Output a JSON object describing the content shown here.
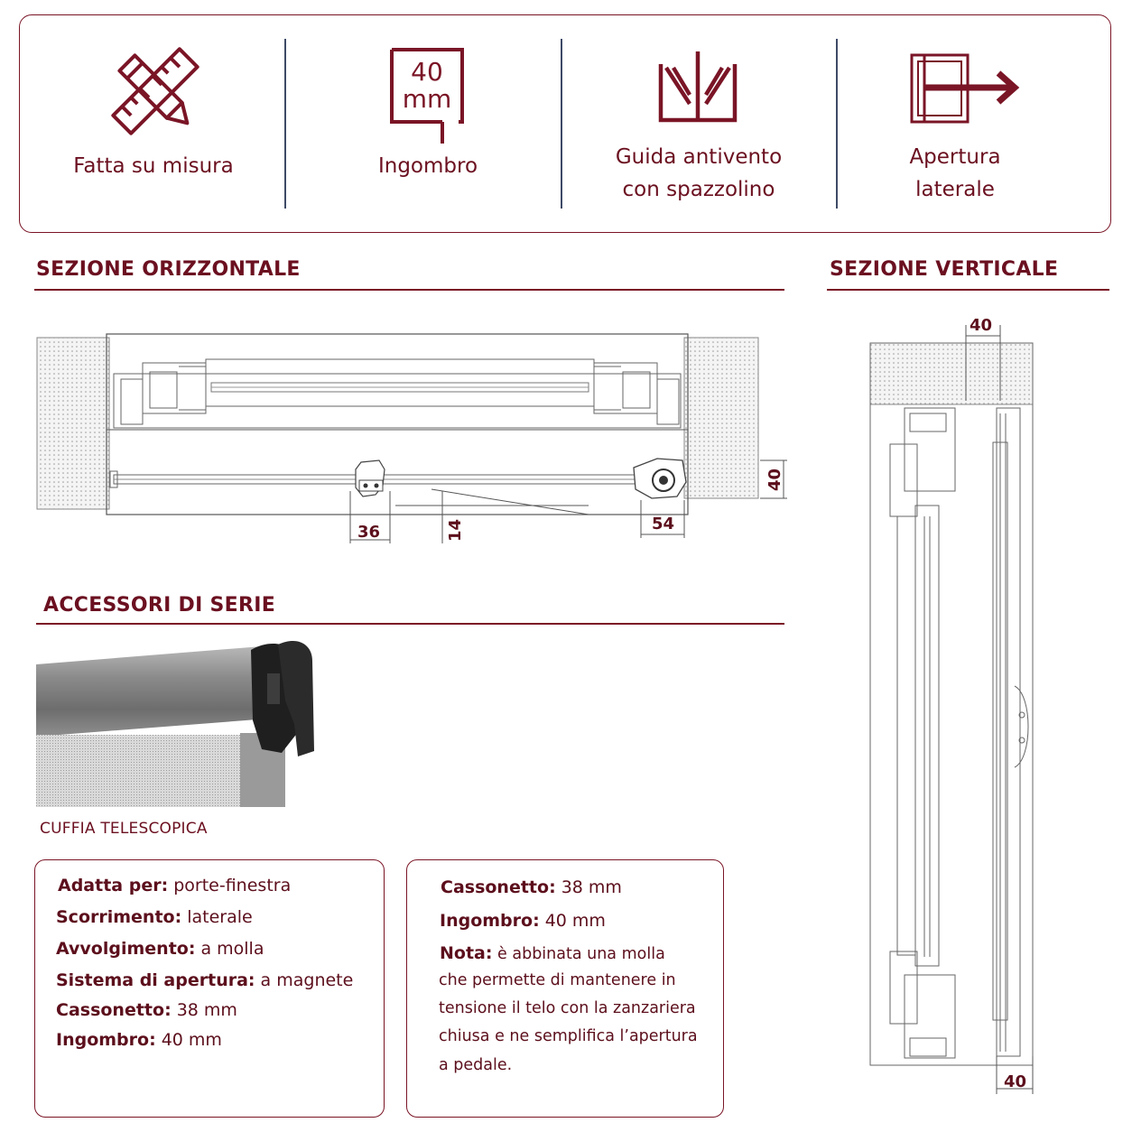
{
  "features": [
    {
      "icon": "ruler-pencil-icon",
      "label": "Fatta su misura"
    },
    {
      "icon": "dimension-40mm-icon",
      "label": "Ingombro",
      "icon_text_top": "40",
      "icon_text_bottom": "mm"
    },
    {
      "icon": "brush-guide-icon",
      "label_line1": "Guida antivento",
      "label_line2": "con spazzolino"
    },
    {
      "icon": "side-opening-icon",
      "label_line1": "Apertura",
      "label_line2": "laterale"
    }
  ],
  "sections": {
    "horizontal": "SEZIONE ORIZZONTALE",
    "vertical": "SEZIONE VERTICALE",
    "accessories": "ACCESSORI DI SERIE"
  },
  "horizontal_dims": {
    "d36": "36",
    "d14": "14",
    "d54": "54",
    "d40": "40"
  },
  "vertical_dims": {
    "top": "40",
    "bottom": "40"
  },
  "accessory_caption": "CUFFIA TELESCOPICA",
  "specs_left": [
    {
      "key": "Adatta per:",
      "value": " porte-finestra"
    },
    {
      "key": "Scorrimento:",
      "value": " laterale"
    },
    {
      "key": "Avvolgimento:",
      "value": " a molla"
    },
    {
      "key": "Sistema di apertura:",
      "value": " a magnete"
    },
    {
      "key": "Cassonetto:",
      "value": " 38 mm"
    },
    {
      "key": "Ingombro:",
      "value": " 40 mm"
    }
  ],
  "specs_right": [
    {
      "key": "Cassonetto:",
      "value": " 38 mm"
    },
    {
      "key": "Ingombro:",
      "value": " 40 mm"
    }
  ],
  "note": {
    "key": "Nota:",
    "lines": [
      " è abbinata una molla",
      "che permette di mantenere in",
      "tensione il telo con la zanzariera",
      "chiusa e ne semplifica l’apertura",
      "a pedale."
    ]
  },
  "colors": {
    "brand": "#7a1526",
    "separator": "#3e4a66"
  }
}
